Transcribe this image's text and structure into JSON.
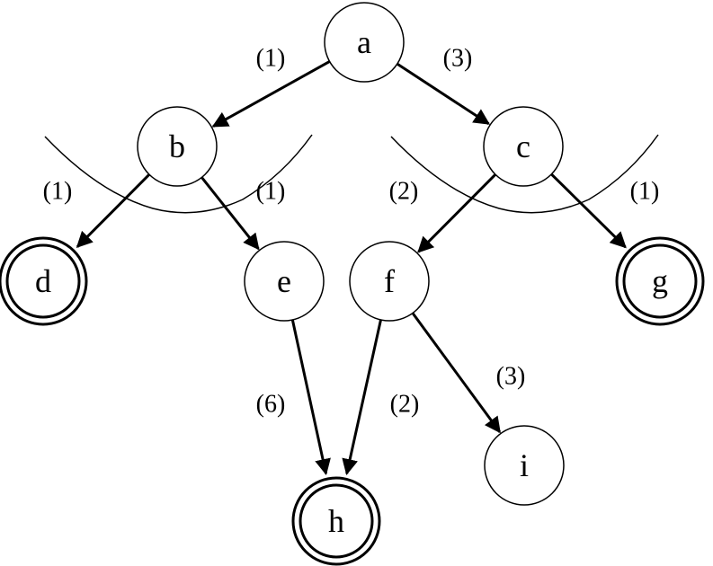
{
  "diagram": {
    "nodes": [
      {
        "id": "a",
        "label": "a",
        "goal": false
      },
      {
        "id": "b",
        "label": "b",
        "goal": false
      },
      {
        "id": "c",
        "label": "c",
        "goal": false
      },
      {
        "id": "d",
        "label": "d",
        "goal": true
      },
      {
        "id": "e",
        "label": "e",
        "goal": false
      },
      {
        "id": "f",
        "label": "f",
        "goal": false
      },
      {
        "id": "g",
        "label": "g",
        "goal": true
      },
      {
        "id": "h",
        "label": "h",
        "goal": true
      },
      {
        "id": "i",
        "label": "i",
        "goal": false
      }
    ],
    "edges": [
      {
        "from": "a",
        "to": "b",
        "label": "(1)"
      },
      {
        "from": "a",
        "to": "c",
        "label": "(3)"
      },
      {
        "from": "b",
        "to": "d",
        "label": "(1)"
      },
      {
        "from": "b",
        "to": "e",
        "label": "(1)"
      },
      {
        "from": "c",
        "to": "f",
        "label": "(2)"
      },
      {
        "from": "c",
        "to": "g",
        "label": "(1)"
      },
      {
        "from": "e",
        "to": "h",
        "label": "(6)"
      },
      {
        "from": "f",
        "to": "h",
        "label": "(2)"
      },
      {
        "from": "f",
        "to": "i",
        "label": "(3)"
      }
    ]
  }
}
